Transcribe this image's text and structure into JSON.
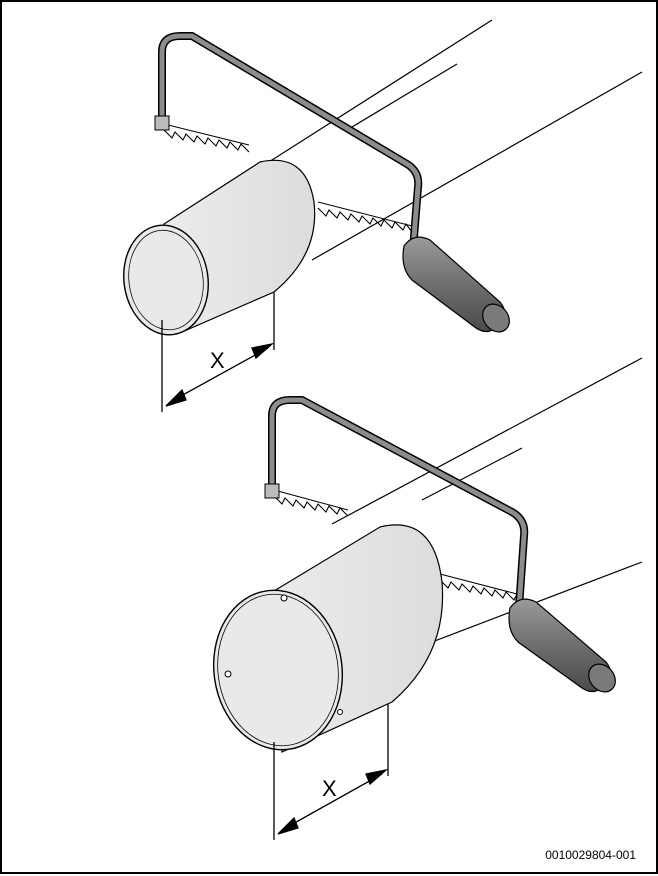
{
  "figure": {
    "top_dimension_label": "X",
    "bottom_dimension_label": "X",
    "reference_code": "0010029804-001"
  },
  "icons": {
    "top": [
      "hacksaw-icon",
      "pipe-icon",
      "sleeve-icon"
    ],
    "bottom": [
      "hacksaw-icon",
      "pipe-icon",
      "sleeve-icon"
    ]
  },
  "colors": {
    "line": "#000000",
    "sleeve_fill": "#e3e3e3",
    "saw_frame": "#8c8c8c",
    "handle": "#6e6e6e"
  }
}
